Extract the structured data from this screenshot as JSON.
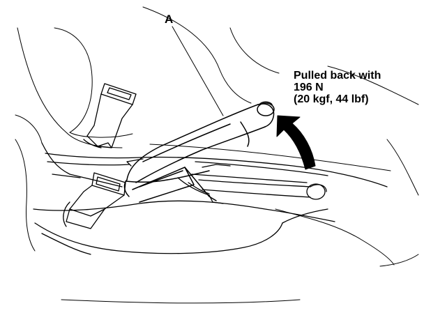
{
  "diagram": {
    "callout_label": "A",
    "annotation_lines": [
      "Pulled back with",
      "196 N",
      "(20 kgf, 44 lbf)"
    ],
    "line_color": "#000000",
    "background_color": "#ffffff"
  }
}
